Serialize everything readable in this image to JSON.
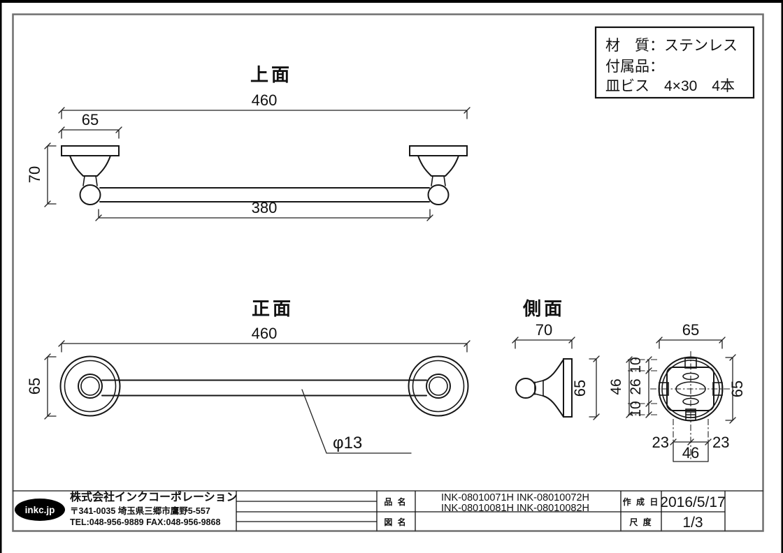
{
  "material_box": {
    "line1": "材　質：ステンレス",
    "line2": "付属品：",
    "line3": "皿ビス　4×30　4本"
  },
  "views": {
    "top": {
      "title": "上面",
      "dim_width": "460",
      "dim_plate": "65",
      "dim_depth": "70",
      "dim_bar_length": "380"
    },
    "front": {
      "title": "正面",
      "dim_width": "460",
      "dim_height": "65",
      "dim_bar_diameter": "φ13"
    },
    "side": {
      "title": "側面",
      "dim_depth": "70",
      "dim_height": "65"
    },
    "back_plate": {
      "dim_width": "65",
      "dim_height": "65",
      "dim_seg_top": "10",
      "dim_seg_mid": "26",
      "dim_seg_bottom": "10",
      "dim_seg_total": "46",
      "dim_hole_left": "23",
      "dim_hole_right": "23",
      "dim_hole_total": "46"
    }
  },
  "title_block": {
    "logo": "inkc.jp",
    "company": "株式会社インクコーポレーション",
    "address": "〒341-0035 埼玉県三郷市鷹野5-557",
    "contact": "TEL:048-956-9889  FAX:048-956-9868",
    "part_name_label": "品 名",
    "part_numbers_line1": "INK-08010071H  INK-08010072H",
    "part_numbers_line2": "INK-08010081H  INK-08010082H",
    "drawing_name_label": "図 名",
    "drawing_name": "",
    "date_label": "作 成 日",
    "date_value": "2016/5/17",
    "scale_label": "尺 度",
    "scale_value": "1/3"
  },
  "colors": {
    "line": "#161616",
    "page_border": "#6f6f6f",
    "background": "#ffffff"
  }
}
